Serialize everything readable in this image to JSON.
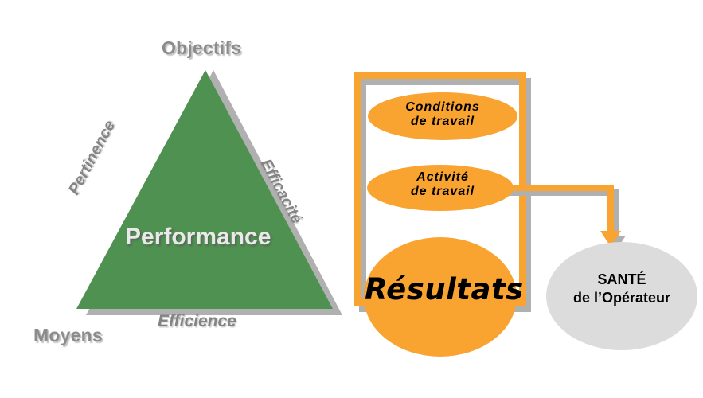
{
  "diagram": {
    "title": "Performance triangle and work activity / health process",
    "colors": {
      "green": "#4f9150",
      "orange": "#f9a331",
      "gray_shadow": "#b0b0b0",
      "gray_ellipse": "#dcdcdc",
      "label_gray": "#8c8c8c",
      "background": "#ffffff",
      "text_black": "#000000",
      "performance_text": "#e9e9e9"
    }
  },
  "triangle": {
    "shape_name": "performance-triangle",
    "fill": "#4f9150",
    "center_label": "Performance",
    "corners": [
      {
        "id": "objectifs",
        "label": "Objectifs",
        "position": "top"
      },
      {
        "id": "moyens",
        "label": "Moyens",
        "position": "bottom-left"
      }
    ],
    "edges": [
      {
        "id": "pertinence",
        "label": "Pertinence",
        "position": "left"
      },
      {
        "id": "efficacite",
        "label": "Efficacité",
        "position": "right"
      },
      {
        "id": "efficience",
        "label": "Efficience",
        "position": "bottom"
      }
    ]
  },
  "process": {
    "frame_name": "work-system-frame",
    "frame_color": "#f9a331",
    "nodes": [
      {
        "id": "conditions",
        "line1": "Conditions",
        "line2": "de travail",
        "shape": "ellipse",
        "fill": "#f9a331"
      },
      {
        "id": "activite",
        "line1": "Activité",
        "line2": "de travail",
        "shape": "ellipse",
        "fill": "#f9a331"
      },
      {
        "id": "resultats",
        "line1": "Résultats",
        "shape": "ellipse",
        "fill": "#f9a331"
      }
    ],
    "outcome": {
      "id": "sante-operateur",
      "line1": "SANTÉ",
      "line2": "de l’Opérateur",
      "shape": "ellipse",
      "fill": "#dcdcdc"
    },
    "connector": {
      "id": "activite-to-sante",
      "from": "activite",
      "to": "sante-operateur",
      "style": "elbow-arrow",
      "color": "#f9a331"
    }
  }
}
